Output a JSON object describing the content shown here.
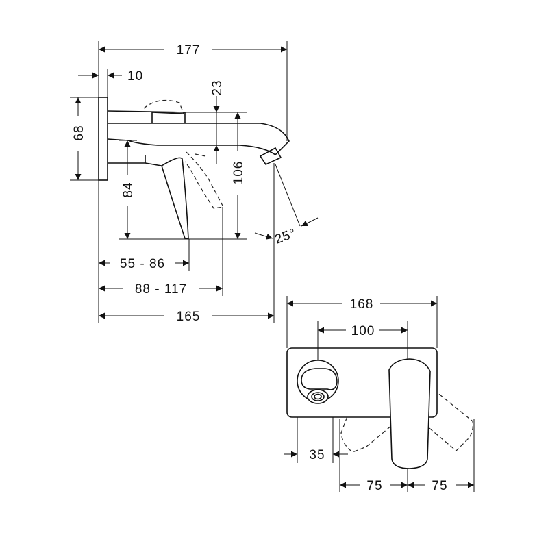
{
  "side_view": {
    "dims": {
      "d177": "177",
      "d10": "10",
      "d23": "23",
      "d68": "68",
      "d84": "84",
      "d106": "106",
      "d25deg": "25°",
      "d55_86": "55 - 86",
      "d88_117": "88 - 117",
      "d165": "165"
    }
  },
  "front_view": {
    "dims": {
      "d168": "168",
      "d100": "100",
      "d35": "35",
      "d75_left": "75",
      "d75_right": "75"
    }
  }
}
